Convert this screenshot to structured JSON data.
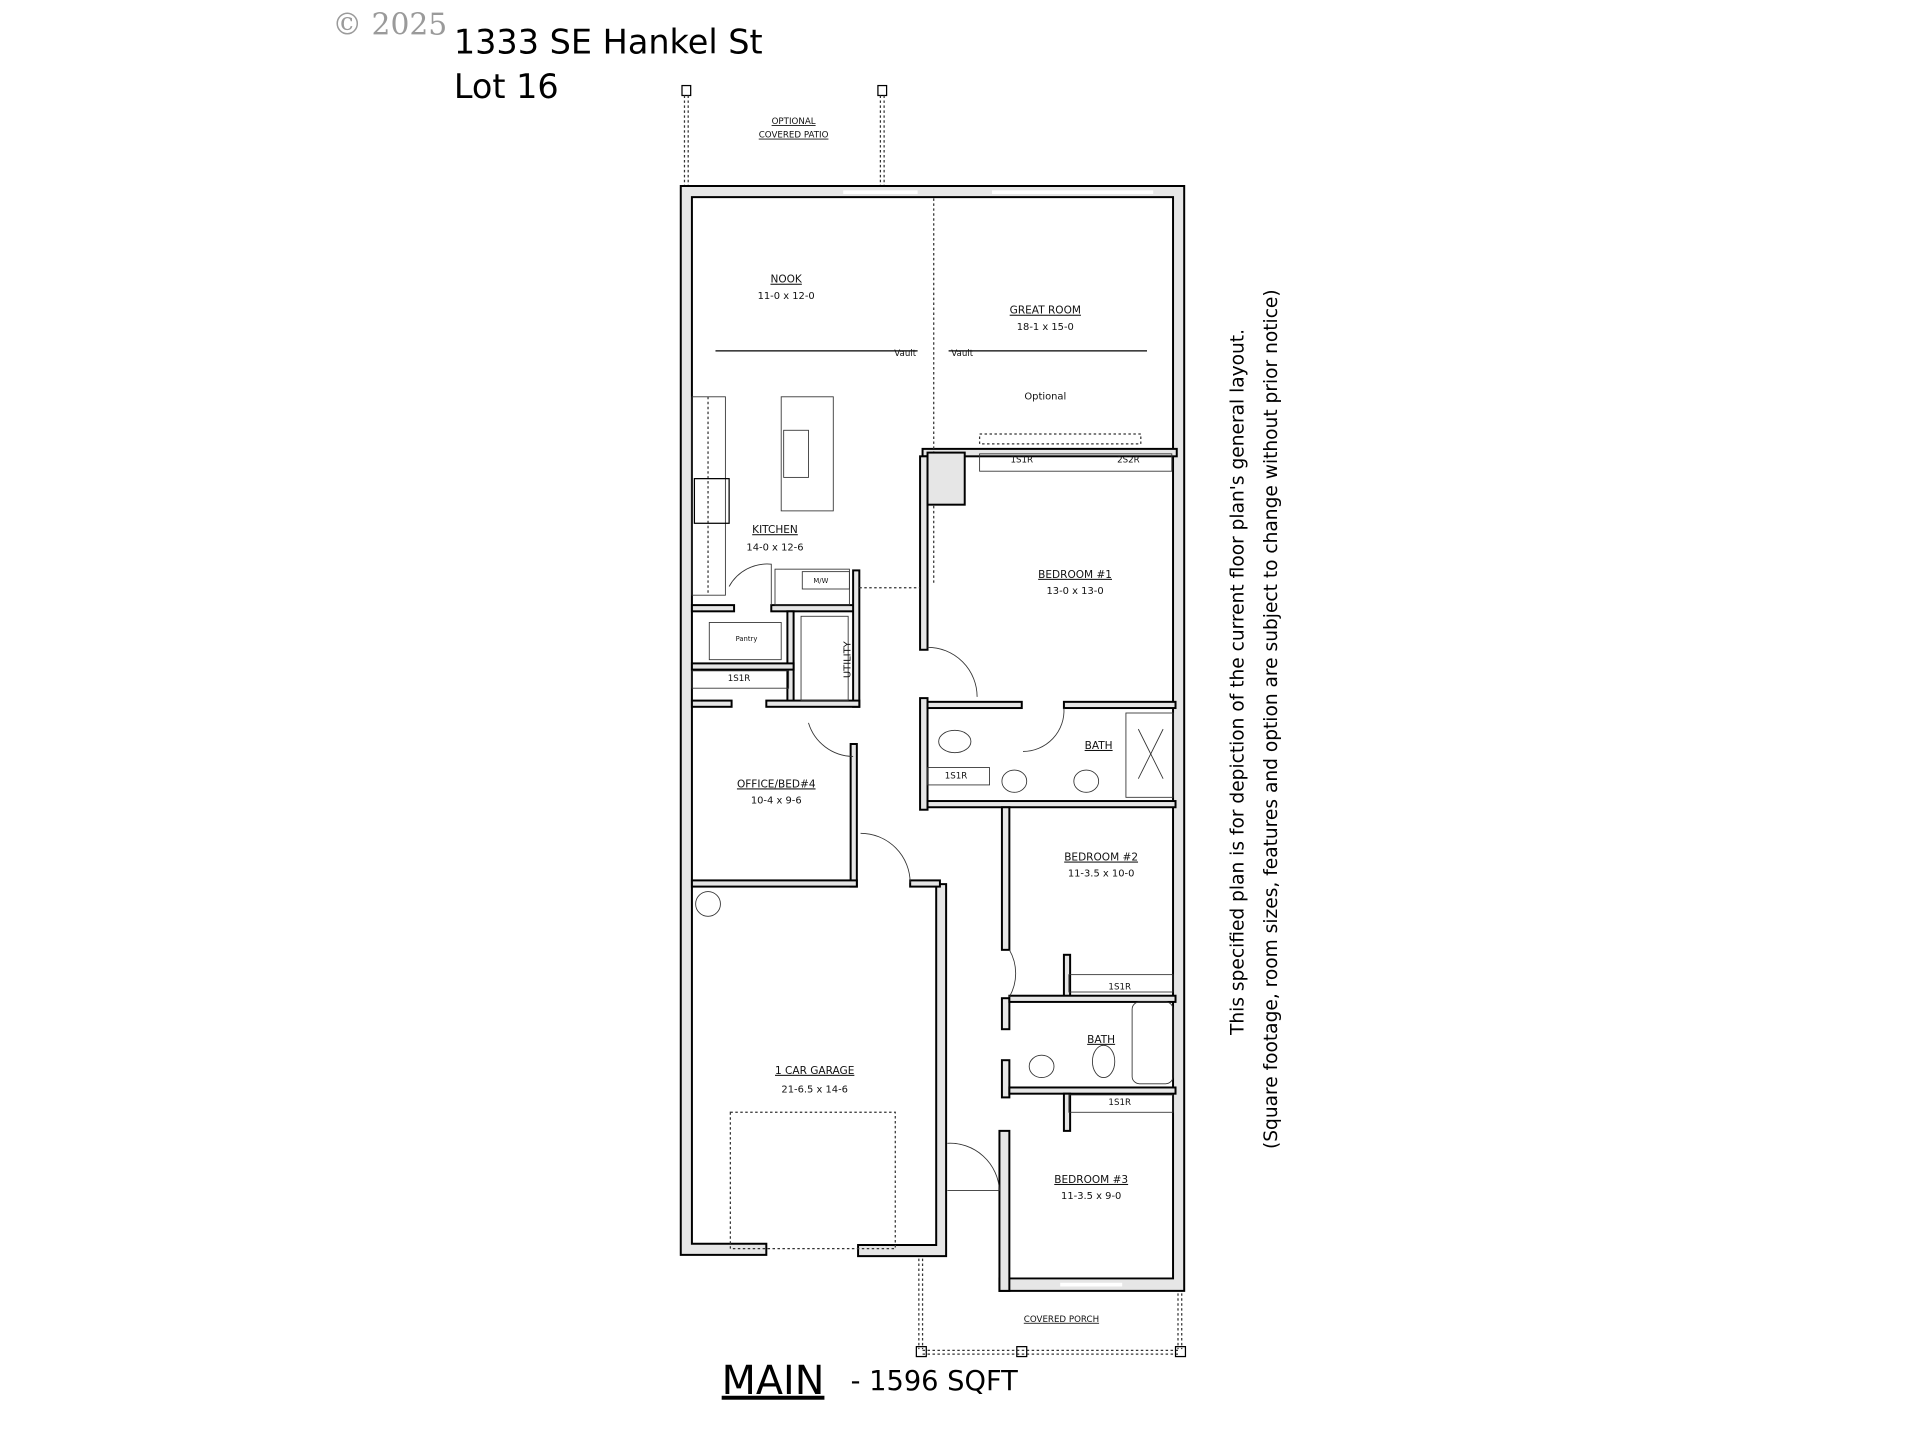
{
  "header": {
    "copyright": "© 2025",
    "address": "1333 SE Hankel St",
    "lot": "Lot 16"
  },
  "exterior": {
    "patio_line1": "OPTIONAL",
    "patio_line2": "COVERED PATIO",
    "porch": "COVERED PORCH"
  },
  "rooms": {
    "nook": {
      "name": "NOOK",
      "dims": "11-0 x 12-0"
    },
    "great_room": {
      "name": "GREAT ROOM",
      "dims": "18-1 x 15-0"
    },
    "kitchen": {
      "name": "KITCHEN",
      "dims": "14-0 x 12-6"
    },
    "bedroom1": {
      "name": "BEDROOM #1",
      "dims": "13-0 x 13-0"
    },
    "bath1": {
      "name": "BATH"
    },
    "office": {
      "name": "OFFICE/BED#4",
      "dims": "10-4 x 9-6"
    },
    "bedroom2": {
      "name": "BEDROOM #2",
      "dims": "11-3.5 x 10-0"
    },
    "bath2": {
      "name": "BATH"
    },
    "garage": {
      "name": "1 CAR GARAGE",
      "dims": "21-6.5 x 14-6"
    },
    "bedroom3": {
      "name": "BEDROOM #3",
      "dims": "11-3.5 x 9-0"
    },
    "pantry": "Pantry",
    "utility": "UTILITY",
    "microwave": "M/W"
  },
  "annotations": {
    "vault_left": "Vault",
    "vault_right": "Vault",
    "optional": "Optional",
    "closet_1s1r": "1S1R",
    "closet_2s2r": "2S2R"
  },
  "footer": {
    "level": "MAIN",
    "area": "- 1596 SQFT"
  },
  "disclaimer": {
    "line1": "This specified plan is for depiction of the current floor plan's general layout.",
    "line2": "(Square footage, room sizes, features and option are subject to change without prior notice)"
  }
}
